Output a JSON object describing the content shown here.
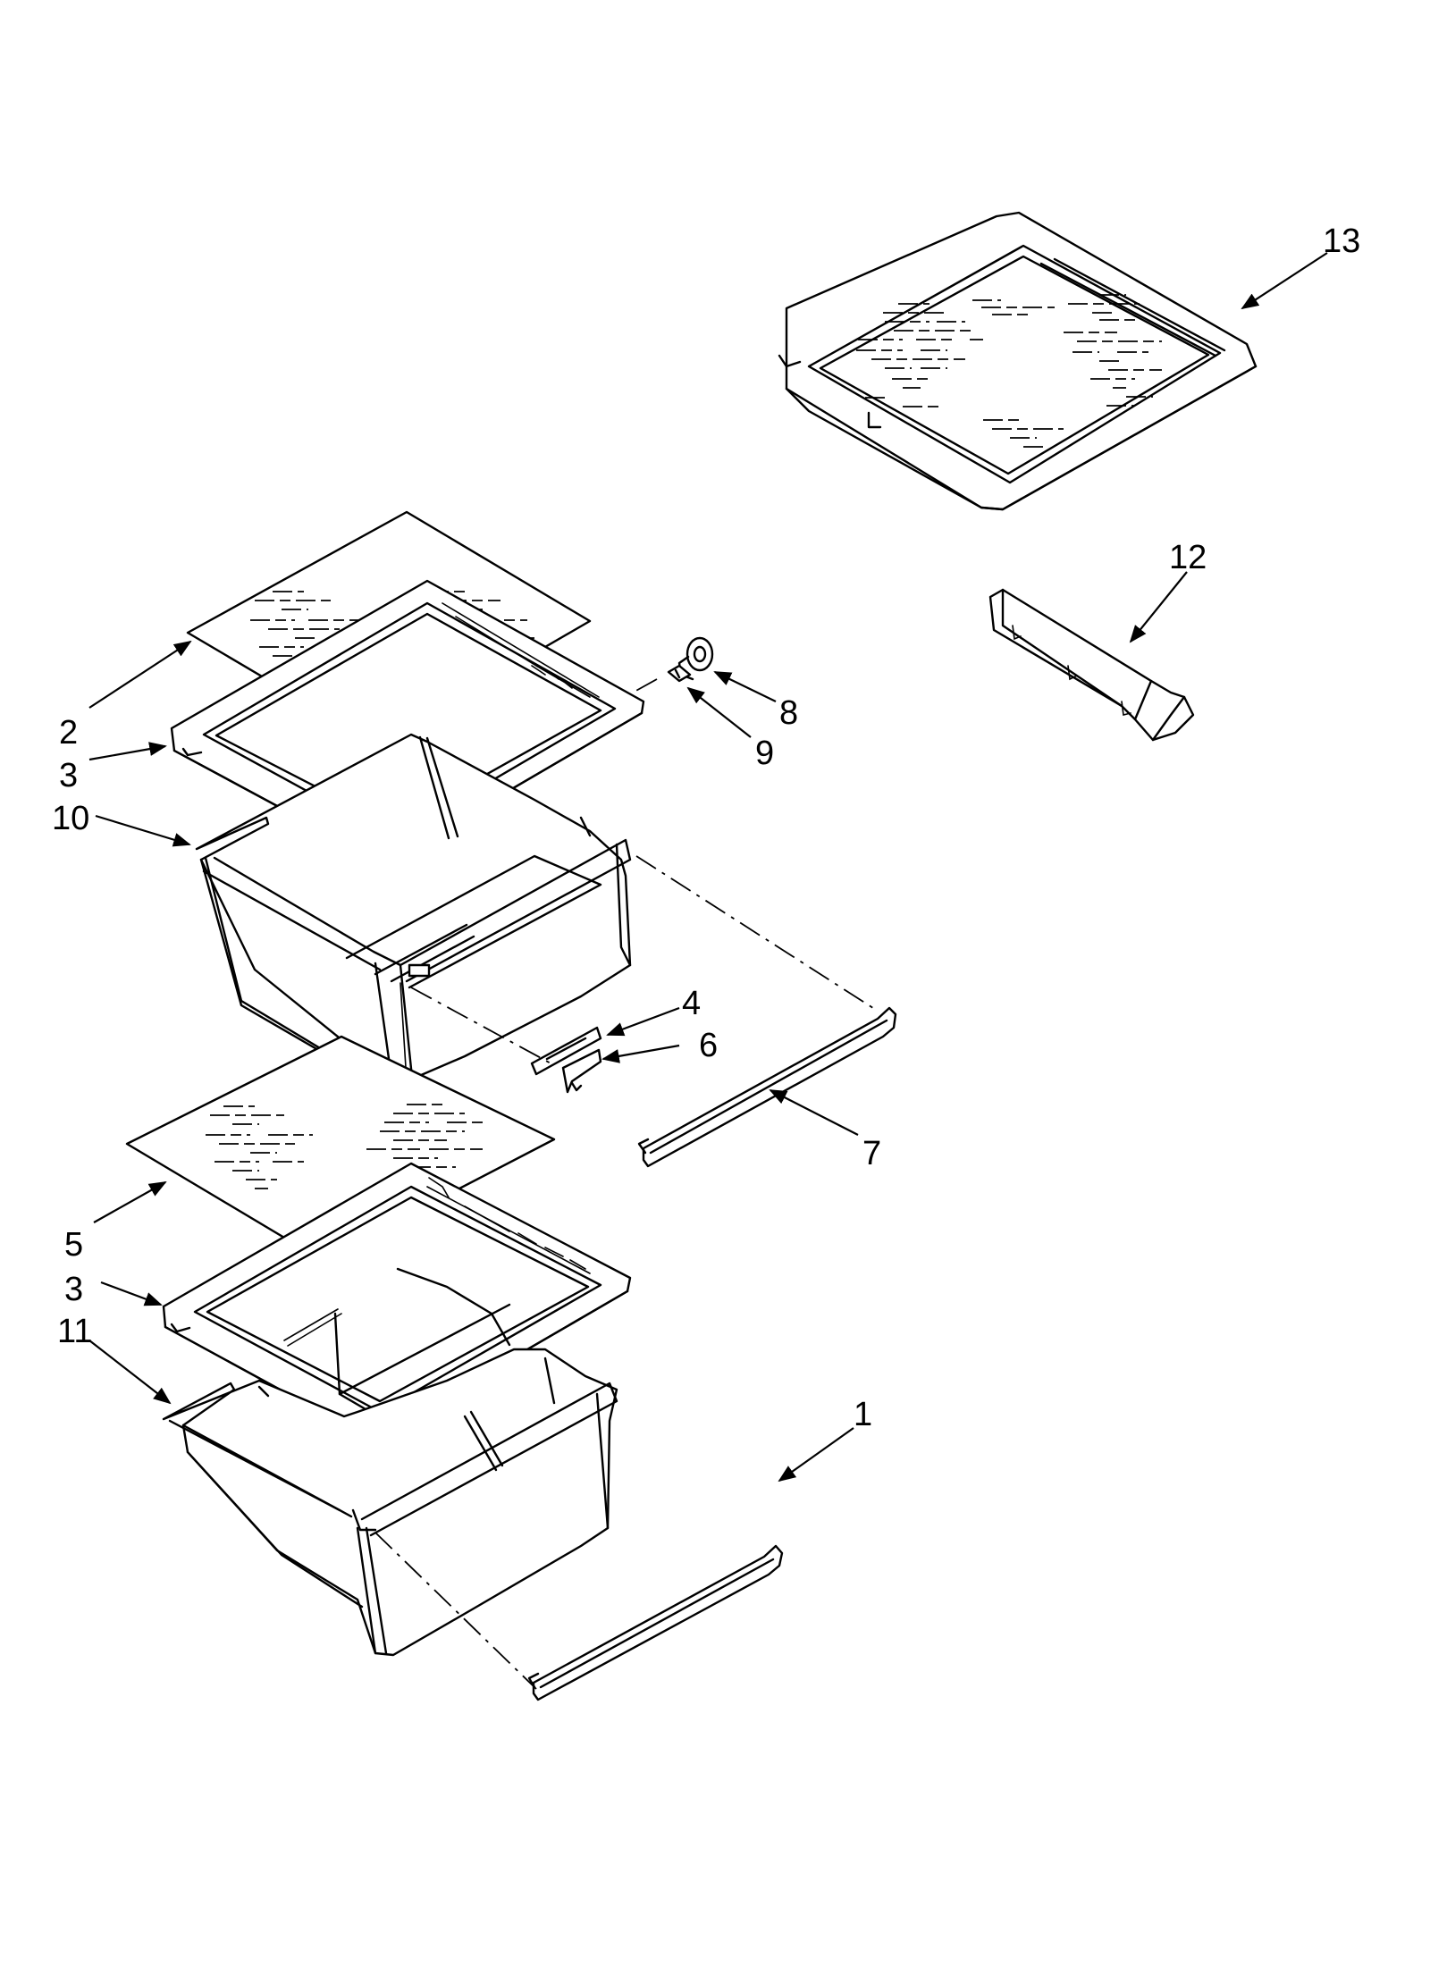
{
  "callouts": [
    {
      "id": "c13",
      "label": "13"
    },
    {
      "id": "c12",
      "label": "12"
    },
    {
      "id": "c2",
      "label": "2"
    },
    {
      "id": "c3a",
      "label": "3"
    },
    {
      "id": "c10",
      "label": "10"
    },
    {
      "id": "c8",
      "label": "8"
    },
    {
      "id": "c9",
      "label": "9"
    },
    {
      "id": "c4",
      "label": "4"
    },
    {
      "id": "c6",
      "label": "6"
    },
    {
      "id": "c7",
      "label": "7"
    },
    {
      "id": "c5",
      "label": "5"
    },
    {
      "id": "c3b",
      "label": "3"
    },
    {
      "id": "c11",
      "label": "11"
    },
    {
      "id": "c1",
      "label": "1"
    }
  ]
}
